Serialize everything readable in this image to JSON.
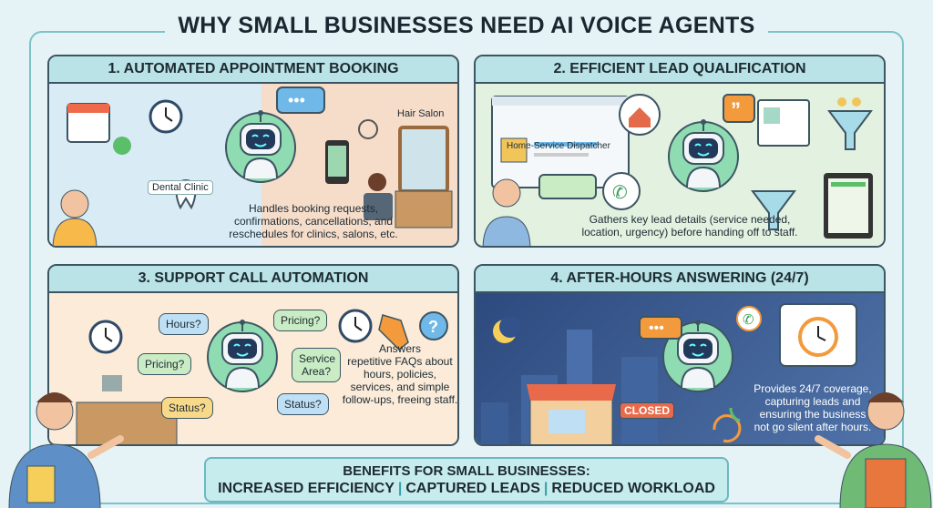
{
  "title": "WHY SMALL BUSINESSES NEED AI VOICE AGENTS",
  "panels": [
    {
      "heading": "1.  AUTOMATED APPOINTMENT BOOKING",
      "labels": [
        "Dental Clinic",
        "Hair Salon"
      ],
      "caption": [
        "Handles booking requests,",
        "confirmations, cancellations, and",
        "reschedules for clinics, salons, etc."
      ]
    },
    {
      "heading": "2.  EFFICIENT LEAD QUALIFICATION",
      "labels": [
        "Home-Service Dispatcher"
      ],
      "caption": [
        "Gathers key lead details (service needed,",
        "location, urgency) before handing off to staff."
      ]
    },
    {
      "heading": "3. SUPPORT CALL AUTOMATION",
      "bubbles": [
        "Hours?",
        "Pricing?",
        "Pricing?",
        "Service Area?",
        "Status?",
        "Status?"
      ],
      "caption": [
        "Answers",
        "repetitive FAQs about",
        "hours, policies,",
        "services, and simple",
        "follow-ups, freeing staff."
      ]
    },
    {
      "heading": "4. AFTER-HOURS ANSWERING (24/7)",
      "sign": "CLOSED",
      "caption": [
        "Provides 24/7 coverage,",
        "capturing leads and",
        "ensuring the business",
        "not go silent after hours."
      ]
    }
  ],
  "benefits": {
    "heading": "BENEFITS FOR SMALL BUSINESSES:",
    "items": [
      "INCREASED EFFICIENCY",
      "CAPTURED LEADS",
      "REDUCED WORKLOAD"
    ]
  },
  "colors": {
    "header": "#b9e3e6",
    "robot_ring": "#7fd3a8",
    "night": "#3a5b8f",
    "accent_orange": "#f39a3d"
  }
}
